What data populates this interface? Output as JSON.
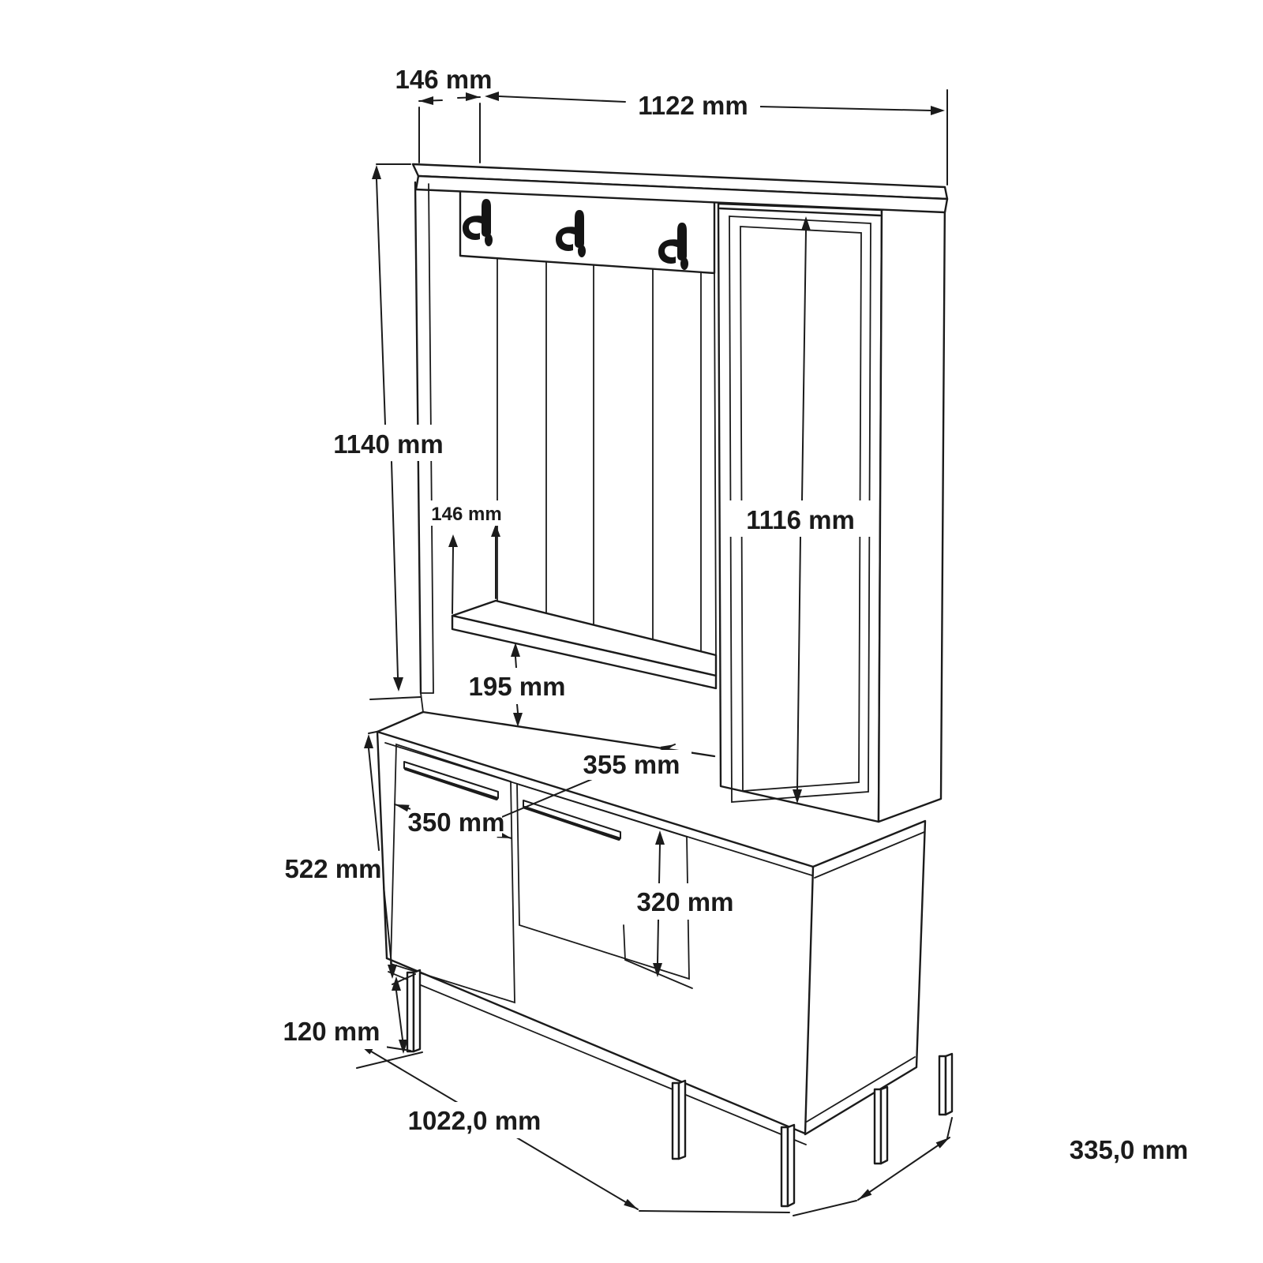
{
  "drawing": {
    "title": "hallway unit dimensional drawing",
    "unit": "mm",
    "background_color": "#ffffff",
    "line_color": "#1b1b1b",
    "hooks_count": 3,
    "dimensions": {
      "top_depth": "146 mm",
      "top_width": "1122 mm",
      "upper_height": "1140 mm",
      "mirror_height": "1116 mm",
      "shelf_depth": "146 mm",
      "shelf_clearance": "195 mm",
      "cabinet_depth": "355 mm",
      "door_width": "350 mm",
      "cabinet_height": "522 mm",
      "door_height": "320 mm",
      "leg_height": "120 mm",
      "base_width": "1022,0 mm",
      "base_depth": "335,0 mm"
    }
  }
}
